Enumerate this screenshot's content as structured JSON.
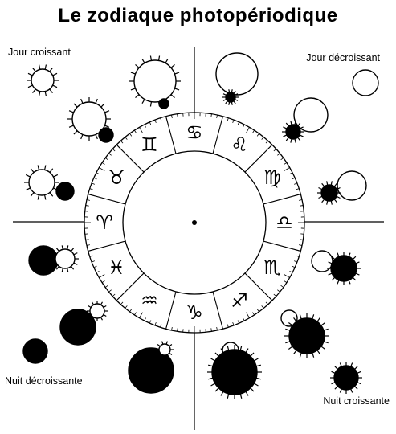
{
  "title": "Le zodiaque photopériodique",
  "labels": {
    "top_left": "Jour croissant",
    "top_right": "Jour décroissant",
    "bottom_left": "Nuit décroissante",
    "bottom_right": "Nuit croissante"
  },
  "zodiac_signs": [
    "Cancer",
    "Gemini",
    "Taurus",
    "Aries",
    "Pisces",
    "Aquarius",
    "Capricorn",
    "Sagittarius",
    "Scorpio",
    "Libra",
    "Virgo",
    "Leo"
  ],
  "colors": {
    "ink": "#000000",
    "paper": "#ffffff"
  }
}
